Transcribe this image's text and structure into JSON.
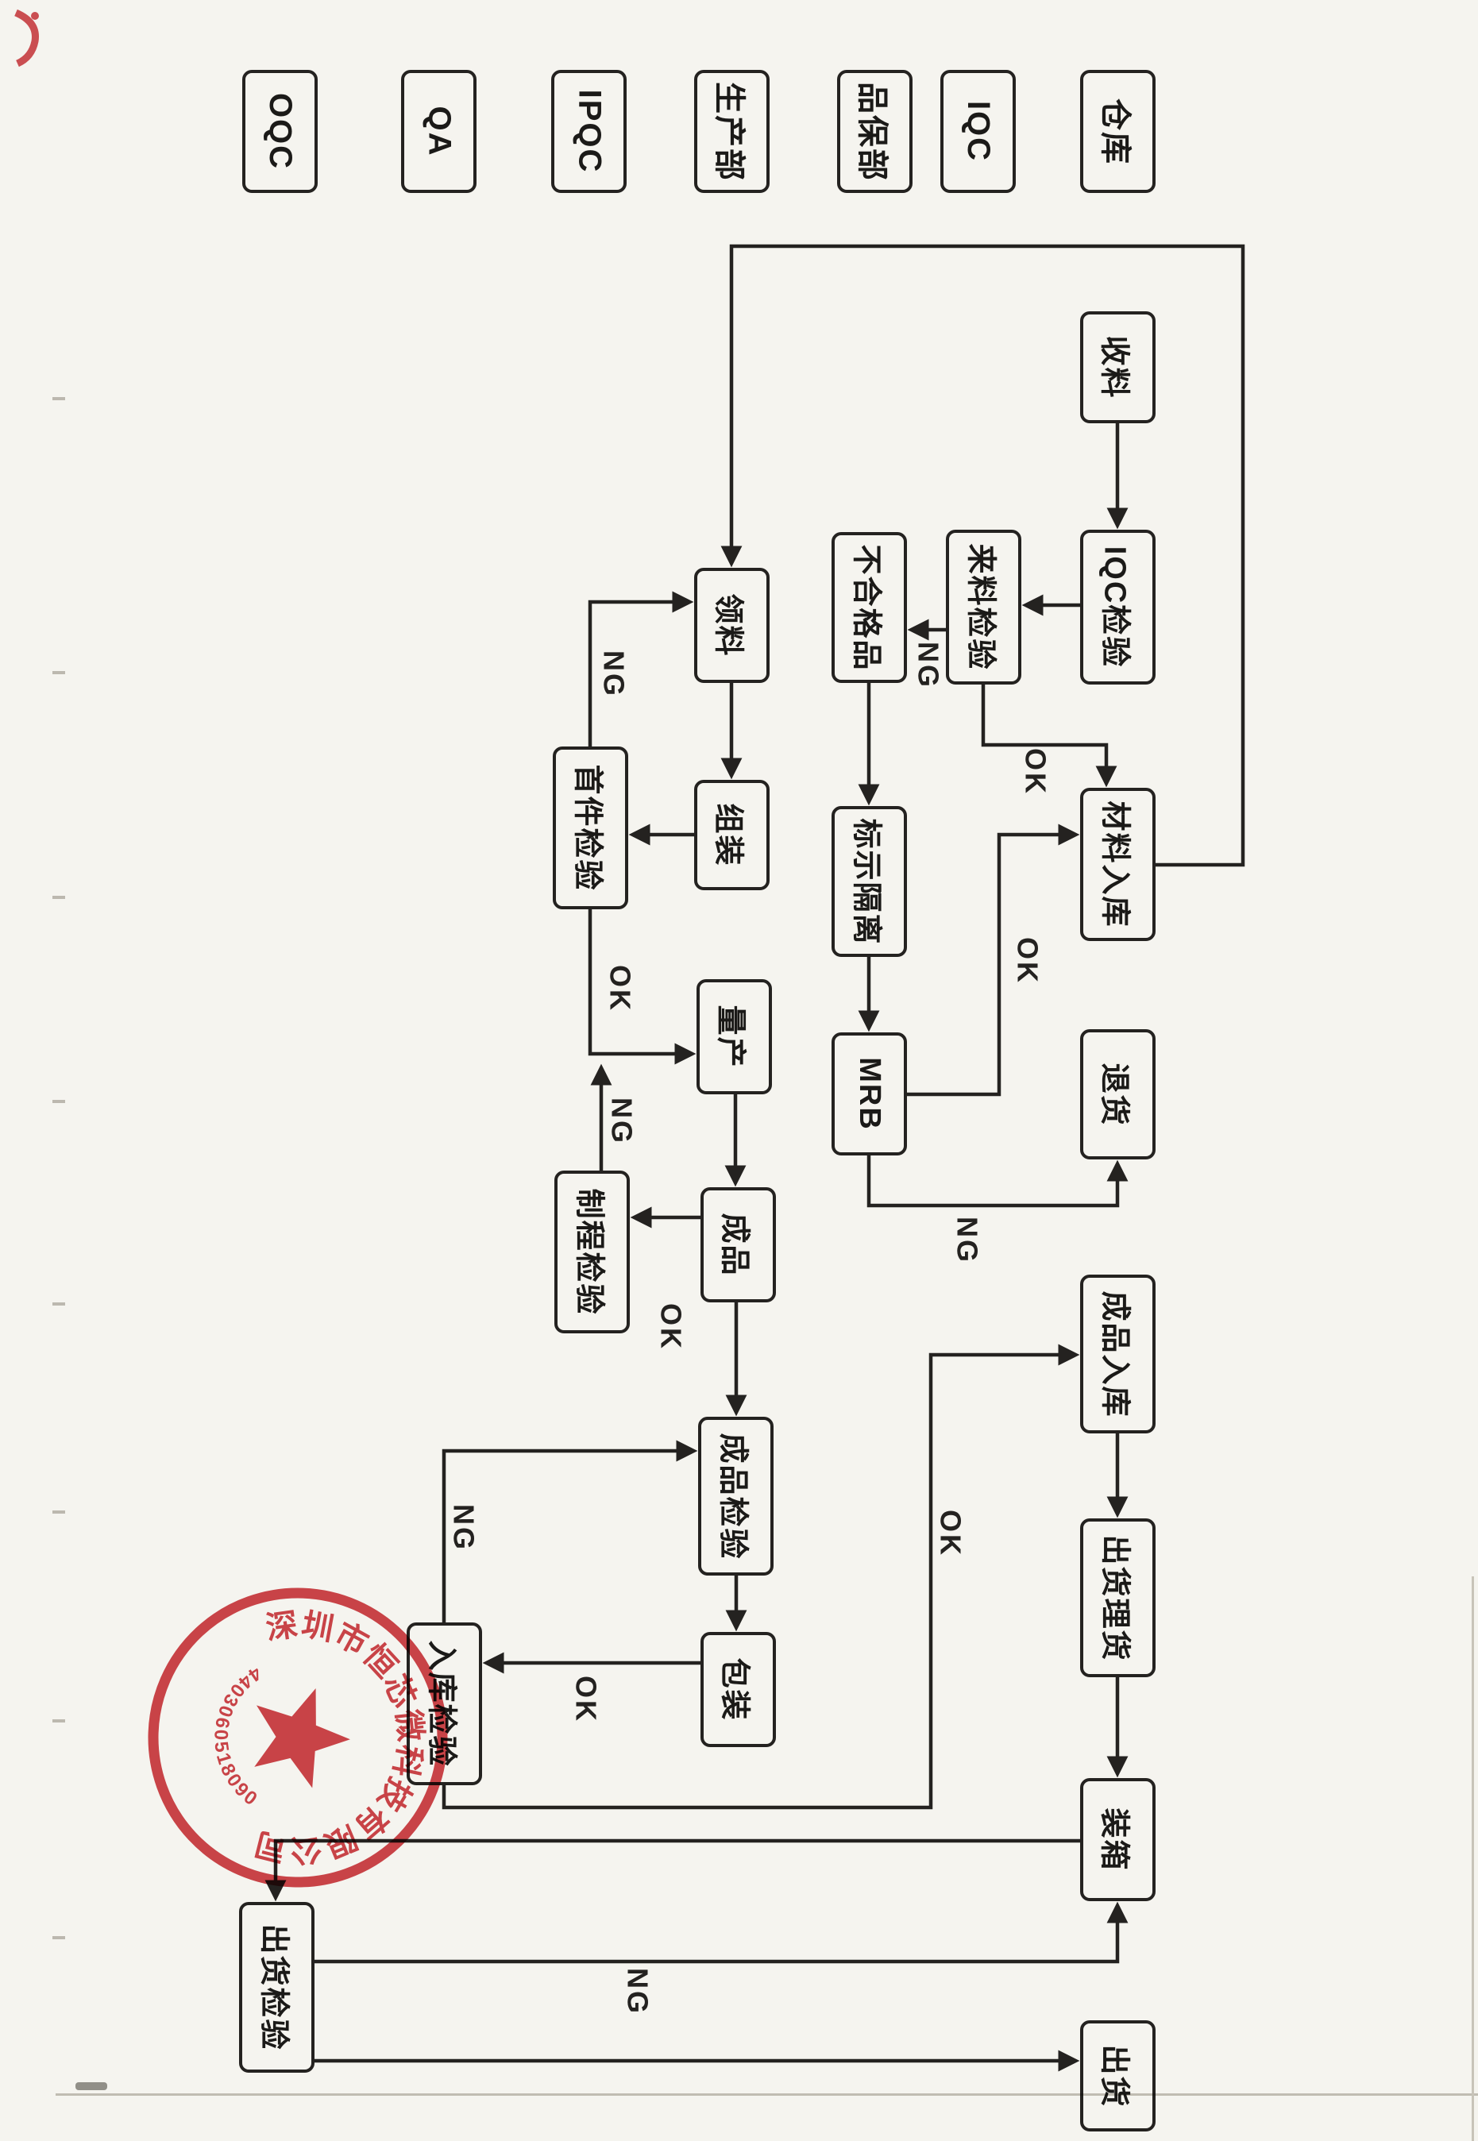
{
  "colors": {
    "paper": "#f5f4ef",
    "ink": "#242220",
    "stamp_red": "#c8262c"
  },
  "lanes": [
    {
      "label": "OQC"
    },
    {
      "label": "QA"
    },
    {
      "label": "IPQC"
    },
    {
      "label": "生产部"
    },
    {
      "label": "品保部"
    },
    {
      "label": "IQC"
    },
    {
      "label": "仓库"
    }
  ],
  "nodes": [
    {
      "label": "收料"
    },
    {
      "label": "IQC检验"
    },
    {
      "label": "来料检验"
    },
    {
      "label": "不合格品"
    },
    {
      "label": "材料入库"
    },
    {
      "label": "标示隔离"
    },
    {
      "label": "MRB"
    },
    {
      "label": "退货"
    },
    {
      "label": "领料"
    },
    {
      "label": "组装"
    },
    {
      "label": "首件检验"
    },
    {
      "label": "量产"
    },
    {
      "label": "制程检验"
    },
    {
      "label": "成品"
    },
    {
      "label": "成品检验"
    },
    {
      "label": "包装"
    },
    {
      "label": "入库检验"
    },
    {
      "label": "成品入库"
    },
    {
      "label": "出货理货"
    },
    {
      "label": "装箱"
    },
    {
      "label": "出货检验"
    },
    {
      "label": "出货"
    }
  ],
  "edge_labels": [
    {
      "text": "NG"
    },
    {
      "text": "OK"
    },
    {
      "text": "OK"
    },
    {
      "text": "NG"
    },
    {
      "text": "NG"
    },
    {
      "text": "OK"
    },
    {
      "text": "NG"
    },
    {
      "text": "OK"
    },
    {
      "text": "NG"
    },
    {
      "text": "OK"
    },
    {
      "text": "OK"
    },
    {
      "text": "NG"
    }
  ],
  "stamp": {
    "company": "深圳市恒芯微科技有限公司",
    "serial": "4403060518090"
  }
}
